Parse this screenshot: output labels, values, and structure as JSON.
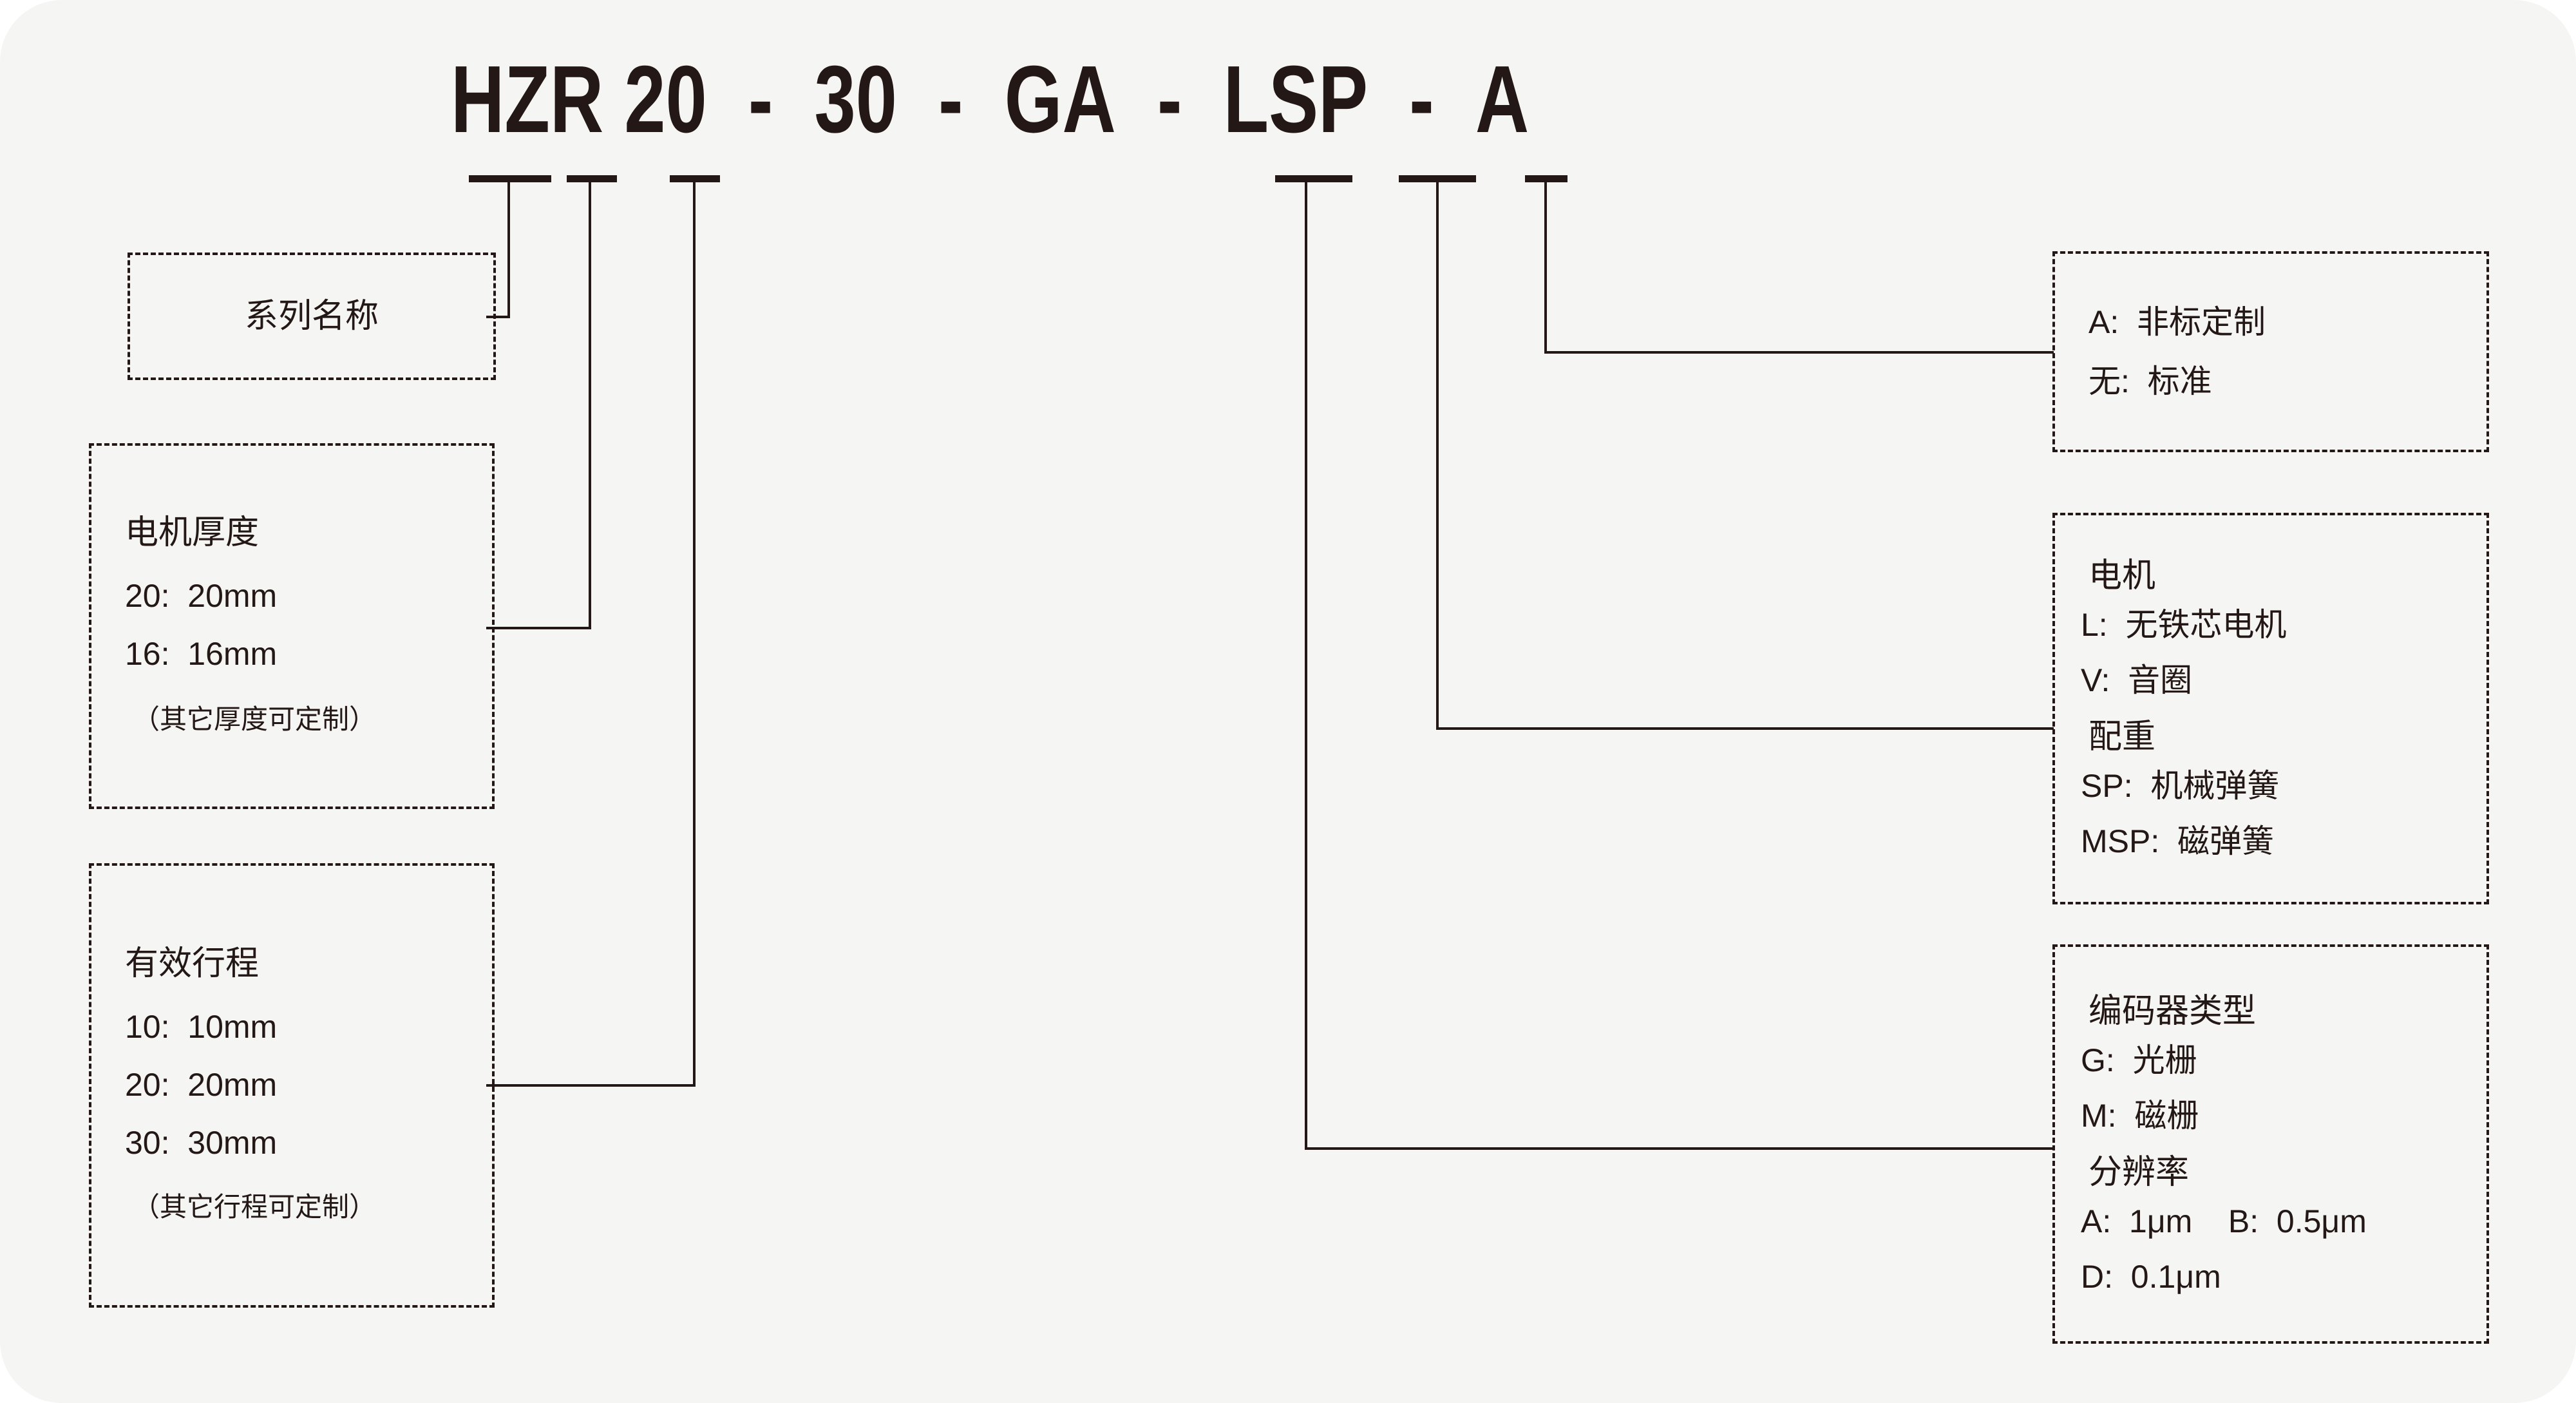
{
  "page": {
    "background": "#ffffff",
    "card_background": "#f5f5f4",
    "ink": "#231815"
  },
  "model_code": {
    "full": "HZR 20 - 30 - GA - LSP - A",
    "segments": [
      {
        "key": "series",
        "text": "HZR"
      },
      {
        "key": "thickness",
        "text": "20"
      },
      {
        "key": "sep1",
        "text": "-"
      },
      {
        "key": "stroke",
        "text": "30"
      },
      {
        "key": "sep2",
        "text": "-"
      },
      {
        "key": "encoder",
        "text": "GA"
      },
      {
        "key": "sep3",
        "text": "-"
      },
      {
        "key": "motor",
        "text": "LSP"
      },
      {
        "key": "sep4",
        "text": "-"
      },
      {
        "key": "custom",
        "text": "A"
      }
    ]
  },
  "boxes": {
    "series_name": {
      "title": "系列名称",
      "rows": [
        "系列名称"
      ]
    },
    "motor_thickness": {
      "title": "电机厚度",
      "rows": [
        "电机厚度",
        "20:  20mm",
        "16:  16mm"
      ],
      "note": "（其它厚度可定制）"
    },
    "effective_stroke": {
      "title": "有效行程",
      "rows": [
        "有效行程",
        "10:  10mm",
        "20:  20mm",
        "30:  30mm"
      ],
      "note": "（其它行程可定制）"
    },
    "customization": {
      "rows": [
        "A:  非标定制",
        "无:  标准"
      ]
    },
    "motor_and_balance": {
      "rows": [
        "电机",
        "L:  无铁芯电机",
        "V:  音圈",
        "配重",
        "SP:  机械弹簧",
        "MSP:  磁弹簧"
      ]
    },
    "encoder_and_resolution": {
      "rows": [
        "编码器类型",
        "G:  光栅",
        "M:  磁栅",
        "分辨率",
        "A:  1μm    B:  0.5μm",
        "D:  0.1μm"
      ]
    }
  }
}
